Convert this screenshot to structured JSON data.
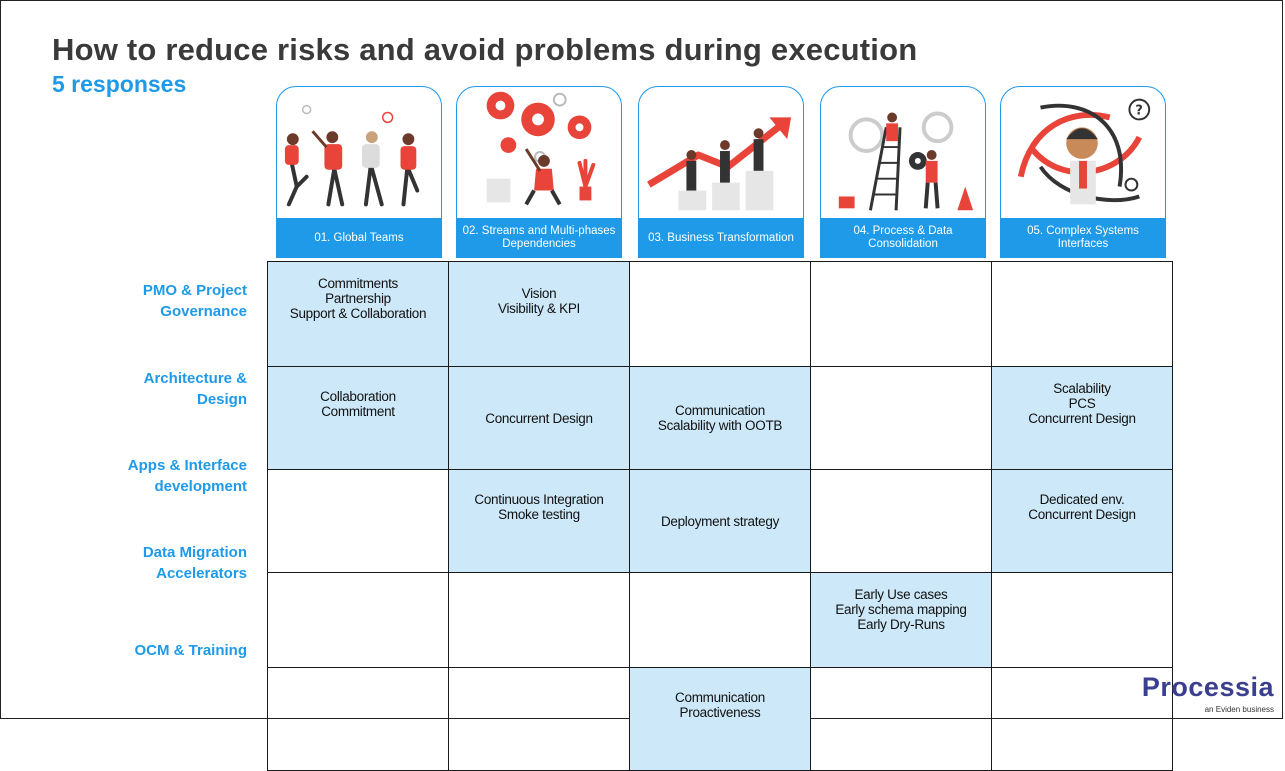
{
  "slide": {
    "title": "How to reduce risks and avoid problems during execution",
    "subtitle": "5 responses"
  },
  "columns": [
    {
      "label": "01. Global Teams",
      "illustration": "team-stretching-icon"
    },
    {
      "label": "02. Streams and Multi-phases Dependencies",
      "illustration": "gears-woman-icon"
    },
    {
      "label": "03. Business Transformation",
      "illustration": "growth-arrow-icon"
    },
    {
      "label": "04. Process & Data Consolidation",
      "illustration": "ladder-workers-gears-icon"
    },
    {
      "label": "05. Complex Systems Interfaces",
      "illustration": "confused-man-arrows-icon"
    }
  ],
  "rows": [
    {
      "label": "PMO & Project Governance"
    },
    {
      "label": "Architecture & Design"
    },
    {
      "label": "Apps & Interface development"
    },
    {
      "label": "Data Migration Accelerators"
    },
    {
      "label": "OCM & Training"
    }
  ],
  "cells": [
    [
      {
        "lines": [
          "Commitments",
          "Partnership",
          "Support & Collaboration"
        ]
      },
      {
        "lines": [
          "Vision",
          "Visibility & KPI"
        ]
      },
      {
        "lines": []
      },
      {
        "lines": []
      },
      {
        "lines": []
      }
    ],
    [
      {
        "lines": [
          "Collaboration",
          "Commitment"
        ]
      },
      {
        "lines": [
          "Concurrent Design"
        ]
      },
      {
        "lines": [
          "Communication",
          "Scalability with OOTB"
        ]
      },
      {
        "lines": []
      },
      {
        "lines": [
          "Scalability",
          "PCS",
          "Concurrent Design"
        ]
      }
    ],
    [
      {
        "lines": []
      },
      {
        "lines": [
          "Continuous Integration",
          "Smoke testing"
        ]
      },
      {
        "lines": [
          "Deployment strategy"
        ]
      },
      {
        "lines": []
      },
      {
        "lines": [
          "Dedicated env.",
          "Concurrent Design"
        ]
      }
    ],
    [
      {
        "lines": []
      },
      {
        "lines": []
      },
      {
        "lines": []
      },
      {
        "lines": [
          "Early Use cases",
          "Early schema mapping",
          "Early Dry-Runs"
        ]
      },
      {
        "lines": []
      }
    ],
    [
      {
        "lines": []
      },
      {
        "lines": []
      },
      {
        "lines": [
          "Communication",
          "Proactiveness"
        ]
      },
      {
        "lines": []
      },
      {
        "lines": []
      }
    ]
  ],
  "brand": {
    "logo": "Processia",
    "tagline": "an Eviden business",
    "accent": "#1e9ae8",
    "highlight": "#cde8f8",
    "illustration_red": "#e8443a",
    "logo_color": "#3b3f8f"
  }
}
